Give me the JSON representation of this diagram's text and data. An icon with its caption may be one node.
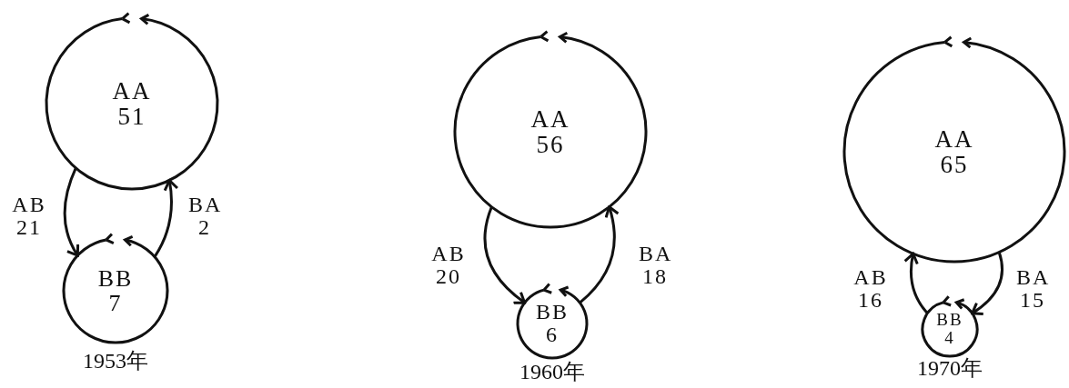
{
  "diagram": {
    "nodes": [
      {
        "text": [
          "AA",
          "51"
        ]
      },
      {
        "text": [
          "BB",
          "7"
        ],
        "beside": [
          "1953年"
        ]
      },
      {
        "text": [
          "AA",
          "56"
        ]
      },
      {
        "text": [
          "BB",
          "6"
        ],
        "beside": [
          "1960年"
        ]
      },
      {
        "text": [
          "AA",
          "65"
        ]
      },
      {
        "text": [
          "BB",
          "4"
        ],
        "beside": [
          "1970年"
        ]
      }
    ],
    "edges": [
      {
        "from": 0,
        "to": 1,
        "arrow": "to",
        "label": "AB 21"
      },
      {
        "from": 1,
        "to": 0,
        "arrow": "to",
        "label": "BA 2"
      },
      {
        "from": 2,
        "to": 3,
        "arrow": "to",
        "label": "AB 20"
      },
      {
        "from": 3,
        "to": 2,
        "arrow": "to",
        "label": "BA 18"
      },
      {
        "from": 5,
        "to": 4,
        "arrow": "to",
        "label": "AB 16"
      },
      {
        "from": 4,
        "to": 5,
        "arrow": "to",
        "label": "BA 15"
      }
    ]
  }
}
